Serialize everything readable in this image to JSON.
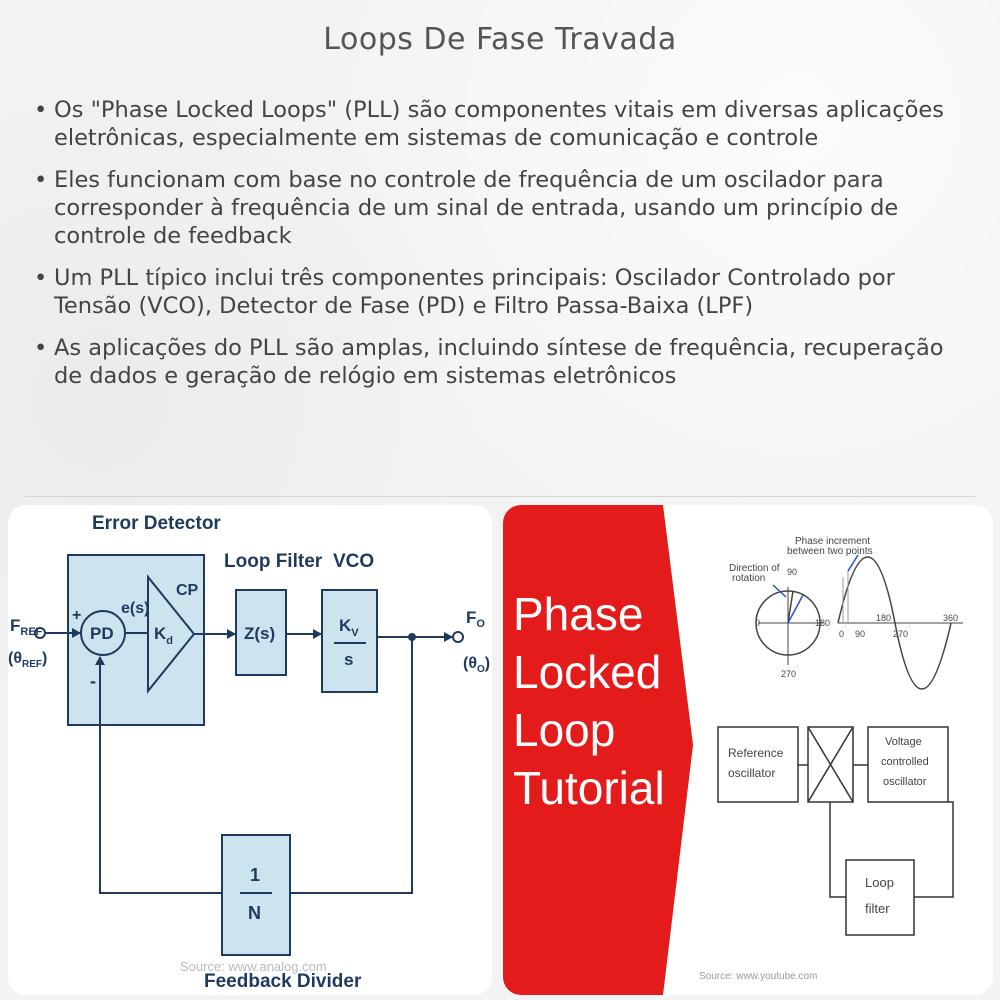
{
  "title": "Loops De Fase Travada",
  "bullets": [
    "Os \"Phase Locked Loops\" (PLL) são componentes vitais em diversas aplicações eletrônicas, especialmente em sistemas de comunicação e controle",
    "Eles funcionam com base no controle de frequência de um oscilador para corresponder à frequência de um sinal de entrada, usando um princípio de controle de feedback",
    "Um PLL típico inclui três componentes principais: Oscilador Controlado por Tensão (VCO), Detector de Fase (PD) e Filtro Passa-Baixa (LPF)",
    "As aplicações do PLL são amplas, incluindo síntese de frequência, recuperação de dados e geração de relógio em sistemas eletrônicos"
  ],
  "left_diagram": {
    "error_detector": "Error Detector",
    "loop_filter": "Loop Filter",
    "vco": "VCO",
    "cp": "CP",
    "plus": "+",
    "minus": "-",
    "pd": "PD",
    "es": "e(s)",
    "kd": "K",
    "kd_sub": "d",
    "zs": "Z(s)",
    "kv": "K",
    "kv_sub": "V",
    "s": "s",
    "fref": "F",
    "fref_sub": "REF",
    "theta_ref": "(θ",
    "theta_ref_sub": "REF",
    "theta_close": ")",
    "fo": "F",
    "fo_sub": "O",
    "theta_o": "(θ",
    "theta_o_sub": "O",
    "one": "1",
    "n": "N",
    "feedback_divider": "Feedback Divider",
    "source": "Source: www.analog.com"
  },
  "right_diagram": {
    "title_lines": [
      "Phase",
      "Locked",
      "Loop",
      "Tutorial"
    ],
    "phase_increment": "Phase increment",
    "between_points": "between two points",
    "direction": "Direction of",
    "rotation": "rotation",
    "deg90": "90",
    "deg0": "0",
    "deg180": "180",
    "deg270": "270",
    "deg360": "360",
    "reference": "Reference",
    "oscillator": "oscillator",
    "voltage": "Voltage",
    "controlled": "controlled",
    "oscillator2": "oscillator",
    "loop": "Loop",
    "filter": "filter",
    "source": "Source: www.youtube.com"
  },
  "colors": {
    "diagram_fill": "#cde3ed",
    "diagram_stroke": "#1e3a5f",
    "red_banner": "#e31b1b"
  }
}
